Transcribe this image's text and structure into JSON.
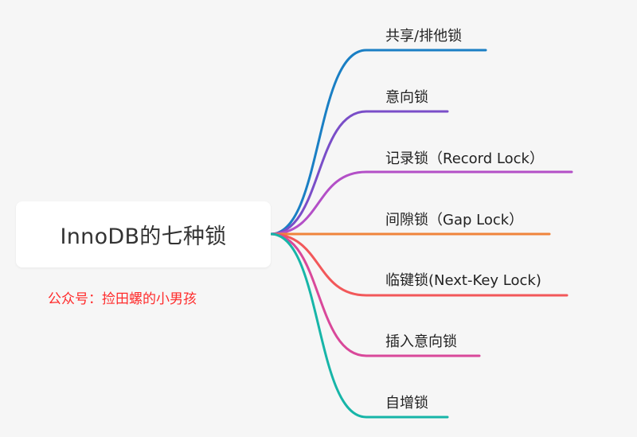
{
  "root": {
    "title": "InnoDB的七种锁"
  },
  "watermark": "公众号：捡田螺的小男孩",
  "branches": [
    {
      "label": "共享/排他锁",
      "color": "#1a7fc4"
    },
    {
      "label": "意向锁",
      "color": "#7a4ec8"
    },
    {
      "label": "记录锁（Record Lock）",
      "color": "#b34fc7"
    },
    {
      "label": "间隙锁（Gap Lock）",
      "color": "#f0843c"
    },
    {
      "label": "临键锁(Next-Key Lock)",
      "color": "#f2585a"
    },
    {
      "label": "插入意向锁",
      "color": "#d9489a"
    },
    {
      "label": "自增锁",
      "color": "#17b5a8"
    }
  ]
}
